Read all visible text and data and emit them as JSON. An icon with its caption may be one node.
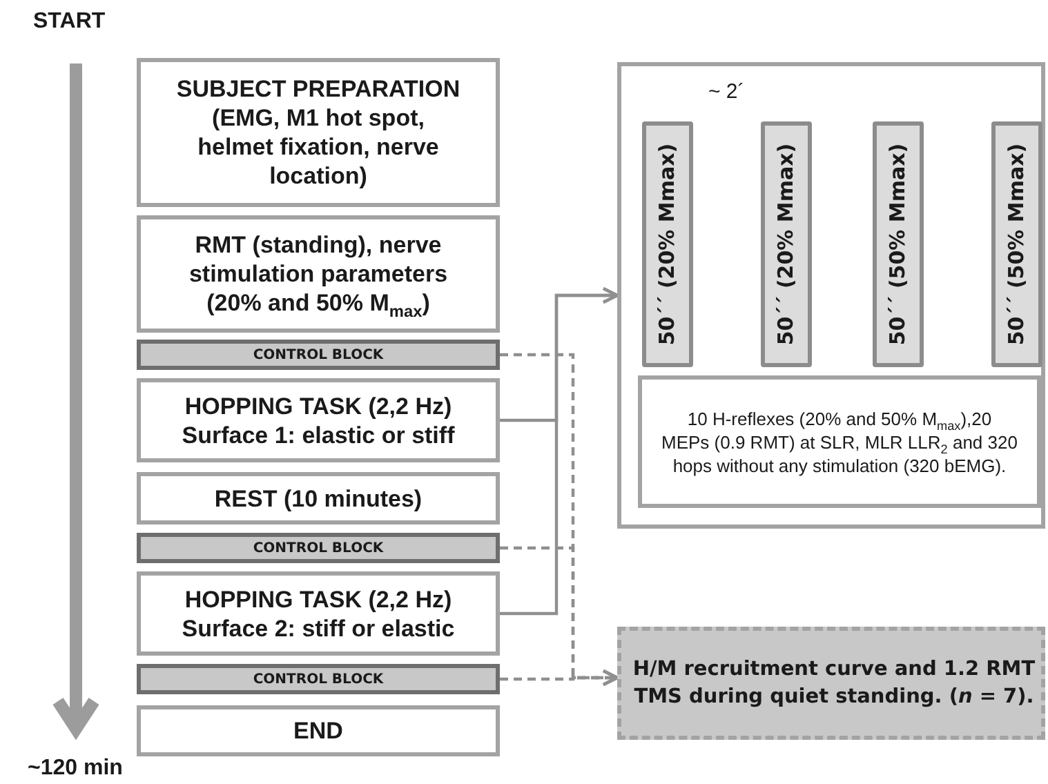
{
  "diagram": {
    "nodes": [
      {
        "text": [
          "SUBJECT PREPARATION (EMG, M1 hot spot, helmet fixation, nerve location)"
        ]
      },
      {
        "text": [
          "RMT (standing), nerve stimulation parameters (20% and 50% M$_{max}$)"
        ]
      },
      {
        "text": [
          "CONTROL BLOCK"
        ]
      },
      {
        "text": [
          "HOPPING TASK (2,2 Hz)",
          "Surface 1: elastic or stiff"
        ]
      },
      {
        "text": [
          "REST (10 minutes)"
        ]
      },
      {
        "text": [
          "CONTROL BLOCK"
        ]
      },
      {
        "text": [
          "HOPPING TASK (2,2 Hz)",
          "Surface 2: stiff or elastic"
        ]
      },
      {
        "text": [
          "CONTROL BLOCK"
        ]
      },
      {
        "text": [
          "END"
        ]
      },
      {
        "text": [],
        "shape": "box"
      },
      {
        "text": [
          "50´´ (20% Mmax)"
        ],
        "in": 9
      },
      {
        "text": [
          "50´´ (20% Mmax)"
        ],
        "in": 9
      },
      {
        "text": [
          "50´´ (50% Mmax)"
        ],
        "in": 9
      },
      {
        "text": [
          "50´´ (50% Mmax)"
        ],
        "in": 9
      },
      {
        "text": [
          "10 H-reflexes (20% and 50% M$_{max}$),20 MEPs (0.9 RMT) at SLR, MLR LLR$_{2}$ and 320 hops without any stimulation (320 bEMG)."
        ],
        "in": 9
      },
      {
        "text": [
          "H/M recruitment curve and 1.2 RMT TMS during quiet standing. (*n* = 7)."
        ]
      }
    ],
    "edges": [
      {
        "from": 3,
        "to": 9,
        "arrow": "to"
      },
      {
        "from": 6,
        "to": 9,
        "arrow": "to"
      },
      {
        "from": 2,
        "to": 15,
        "arrow": "to",
        "style": "dashed"
      },
      {
        "from": 5,
        "to": 15,
        "arrow": "to",
        "style": "dashed"
      },
      {
        "from": 7,
        "to": 15,
        "arrow": "to",
        "style": "dashed"
      }
    ],
    "labels": [
      "START",
      "~ 2´",
      "~120 min"
    ]
  }
}
